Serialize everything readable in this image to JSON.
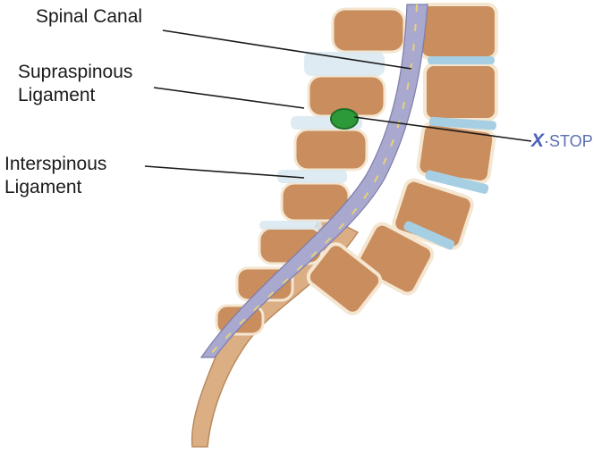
{
  "labels": {
    "spinal_canal": "Spinal Canal",
    "supraspinous_line1": "Supraspinous",
    "supraspinous_line2": "Ligament",
    "interspinous_line1": "Interspinous",
    "interspinous_line2": "Ligament"
  },
  "device": {
    "x": "X",
    "separator": "·",
    "stop": "STOP"
  },
  "colors": {
    "bone": "#c98d5e",
    "bone_light": "#ead2b0",
    "disc": "#a7cfe3",
    "canal": "#a9a8cf",
    "implant": "#2d9a3a",
    "brand": "#4a63b8"
  }
}
